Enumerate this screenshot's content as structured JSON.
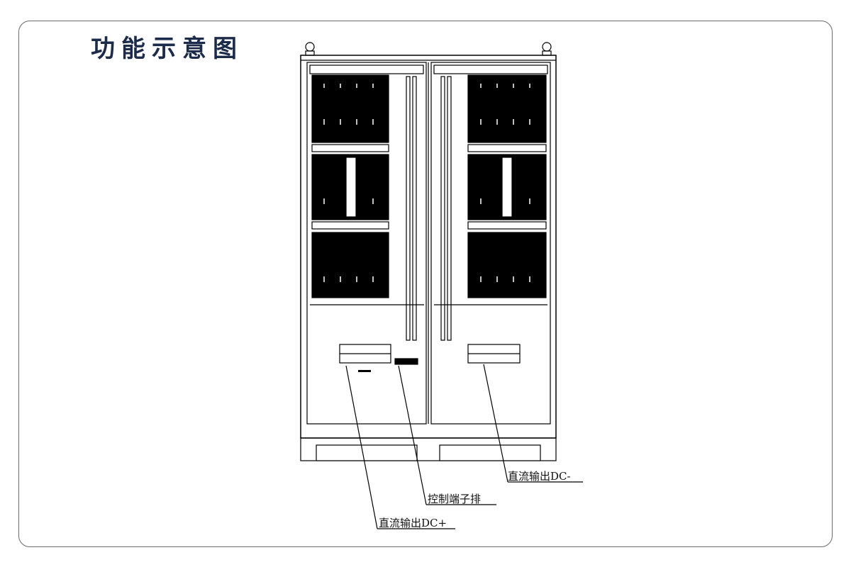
{
  "page": {
    "title": "功能示意图"
  },
  "diagram": {
    "labels": {
      "dc_minus": "直流输出DC-",
      "control_terminal": "控制端子排",
      "dc_plus": "直流输出DC+"
    }
  }
}
